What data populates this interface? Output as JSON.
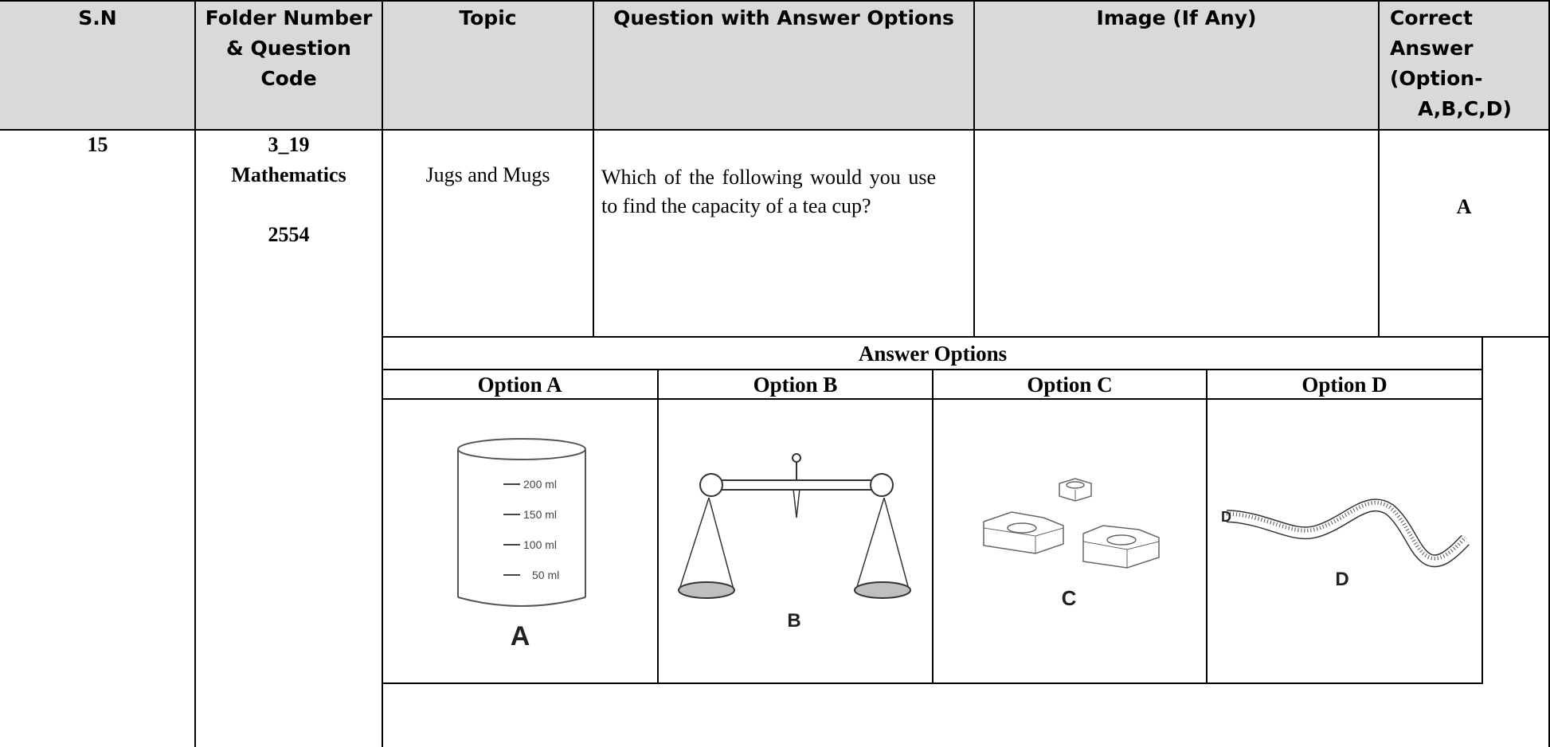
{
  "header": {
    "sn": "S.N",
    "folder_line1": "Folder Number",
    "folder_line2": "& Question",
    "folder_line3": "Code",
    "topic": "Topic",
    "question": "Question with Answer Options",
    "image": "Image (If Any)",
    "correct_line1": "Correct",
    "correct_line2": "Answer",
    "correct_line3": "(Option-",
    "correct_line4": "A,B,C,D)"
  },
  "row": {
    "sn": "15",
    "folder_code": "3_19",
    "subject": "Mathematics",
    "question_code": "2554",
    "topic": "Jugs and Mugs",
    "question": "Which of the following would you use to find the capacity of a tea cup?",
    "correct_answer": "A"
  },
  "answer_options": {
    "title": "Answer Options",
    "option_a": "Option A",
    "option_b": "Option B",
    "option_c": "Option C",
    "option_d": "Option D",
    "images": {
      "a_label": "A",
      "a_marks": [
        "200 ml",
        "150 ml",
        "100 ml",
        "50 ml"
      ],
      "b_label": "B",
      "c_label": "C",
      "d_label": "D",
      "d_tape_end": "D"
    }
  }
}
